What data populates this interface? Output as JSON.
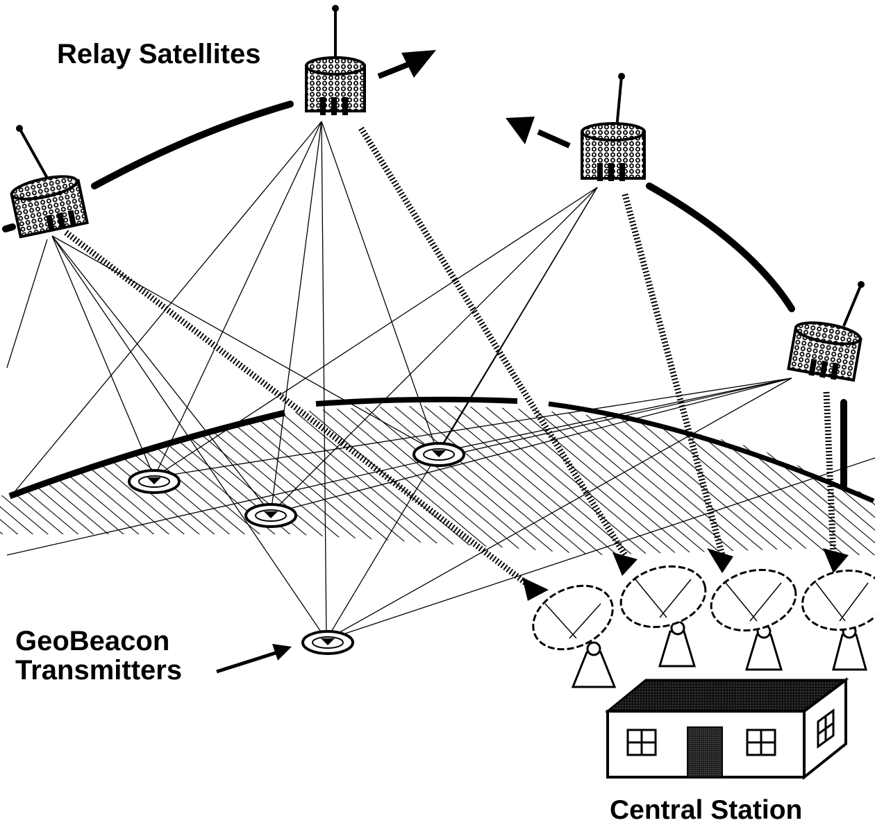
{
  "labels": {
    "relay_satellites": "Relay Satellites",
    "geobeacon_line1": "GeoBeacon",
    "geobeacon_line2": "Transmitters",
    "central_station": "Central Station"
  },
  "icons": {
    "satellite": "relay-satellite-icon",
    "beacon": "geobeacon-transmitter-icon",
    "dish": "ground-antenna-dish-icon",
    "building": "central-station-building-icon",
    "arrow": "orbit-direction-arrow-icon"
  },
  "colors": {
    "ink": "#000000",
    "paper": "#ffffff"
  }
}
